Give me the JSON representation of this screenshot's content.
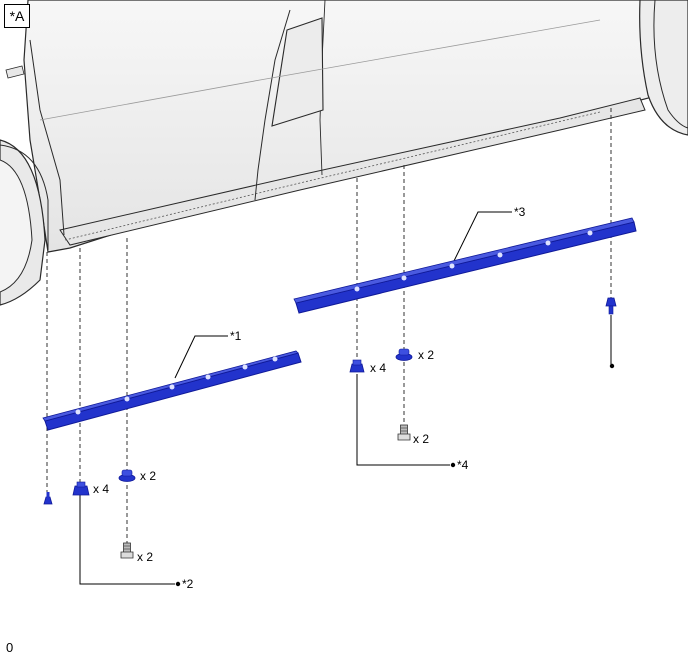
{
  "view_label": "*A",
  "callouts": {
    "c1": "*1",
    "c2": "*2",
    "c3": "*3",
    "c4": "*4"
  },
  "quantities": {
    "left_clip_a": "x 4",
    "left_clip_b": "x 2",
    "left_screw": "x 2",
    "right_clip_a": "x 4",
    "right_clip_b": "x 2",
    "right_screw": "x 2"
  },
  "footer_code": "0",
  "colors": {
    "part": "#2233cc",
    "part_dark": "#101a99",
    "body": "#f2f2f2",
    "outline": "#2a2a2a"
  }
}
